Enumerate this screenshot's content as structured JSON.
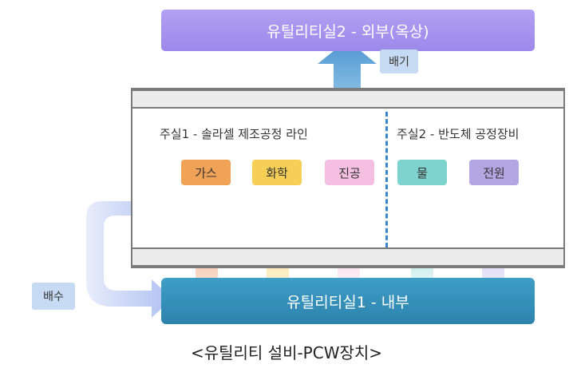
{
  "top_box": {
    "label": "유틸리티실2 - 외부(옥상)"
  },
  "exhaust_tag": {
    "label": "배기"
  },
  "sections": [
    {
      "title": "주실1 - 솔라셀 제조공정 라인"
    },
    {
      "title": "주실2 - 반도체 공정장비"
    }
  ],
  "chips": [
    {
      "label": "가스",
      "color": "#f0a356",
      "arrow_color": "#e06a2c"
    },
    {
      "label": "화학",
      "color": "#f6cf57",
      "arrow_color": "#f1c43c"
    },
    {
      "label": "진공",
      "color": "#f4bfe0",
      "arrow_color": "#eca5d3"
    },
    {
      "label": "물",
      "color": "#7fd3cf",
      "arrow_color": "#52c2bd"
    },
    {
      "label": "전원",
      "color": "#b2a7e3",
      "arrow_color": "#a193de"
    }
  ],
  "drain_tag": {
    "label": "배수"
  },
  "bottom_box": {
    "label": "유틸리티실1 - 내부"
  },
  "caption": "<유틸리티 설비-PCW장치>",
  "colors": {
    "top_box": "#a896ee",
    "bottom_box": "#3593bd",
    "exhaust_arrow": "#6aaad8",
    "drain_arrow": "#c6d3f3",
    "tag_bg": "#c6dbf3",
    "divider": "#3a86c9"
  }
}
